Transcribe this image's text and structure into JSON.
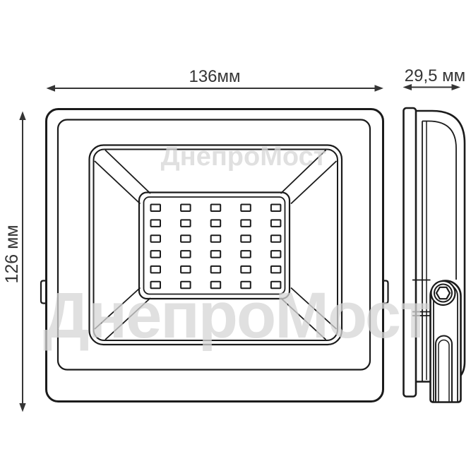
{
  "dimensions": {
    "width": {
      "label": "136мм"
    },
    "depth": {
      "label": "29,5 мм"
    },
    "height": {
      "label": "126 мм"
    }
  },
  "watermark": {
    "text": "ДнепроМост"
  },
  "led_grid": {
    "rows": 6,
    "cols": 5
  },
  "colors": {
    "background": "#ffffff",
    "line": "#1b1b1b",
    "dimension": "#353535",
    "watermark": "#d6d6d6"
  }
}
